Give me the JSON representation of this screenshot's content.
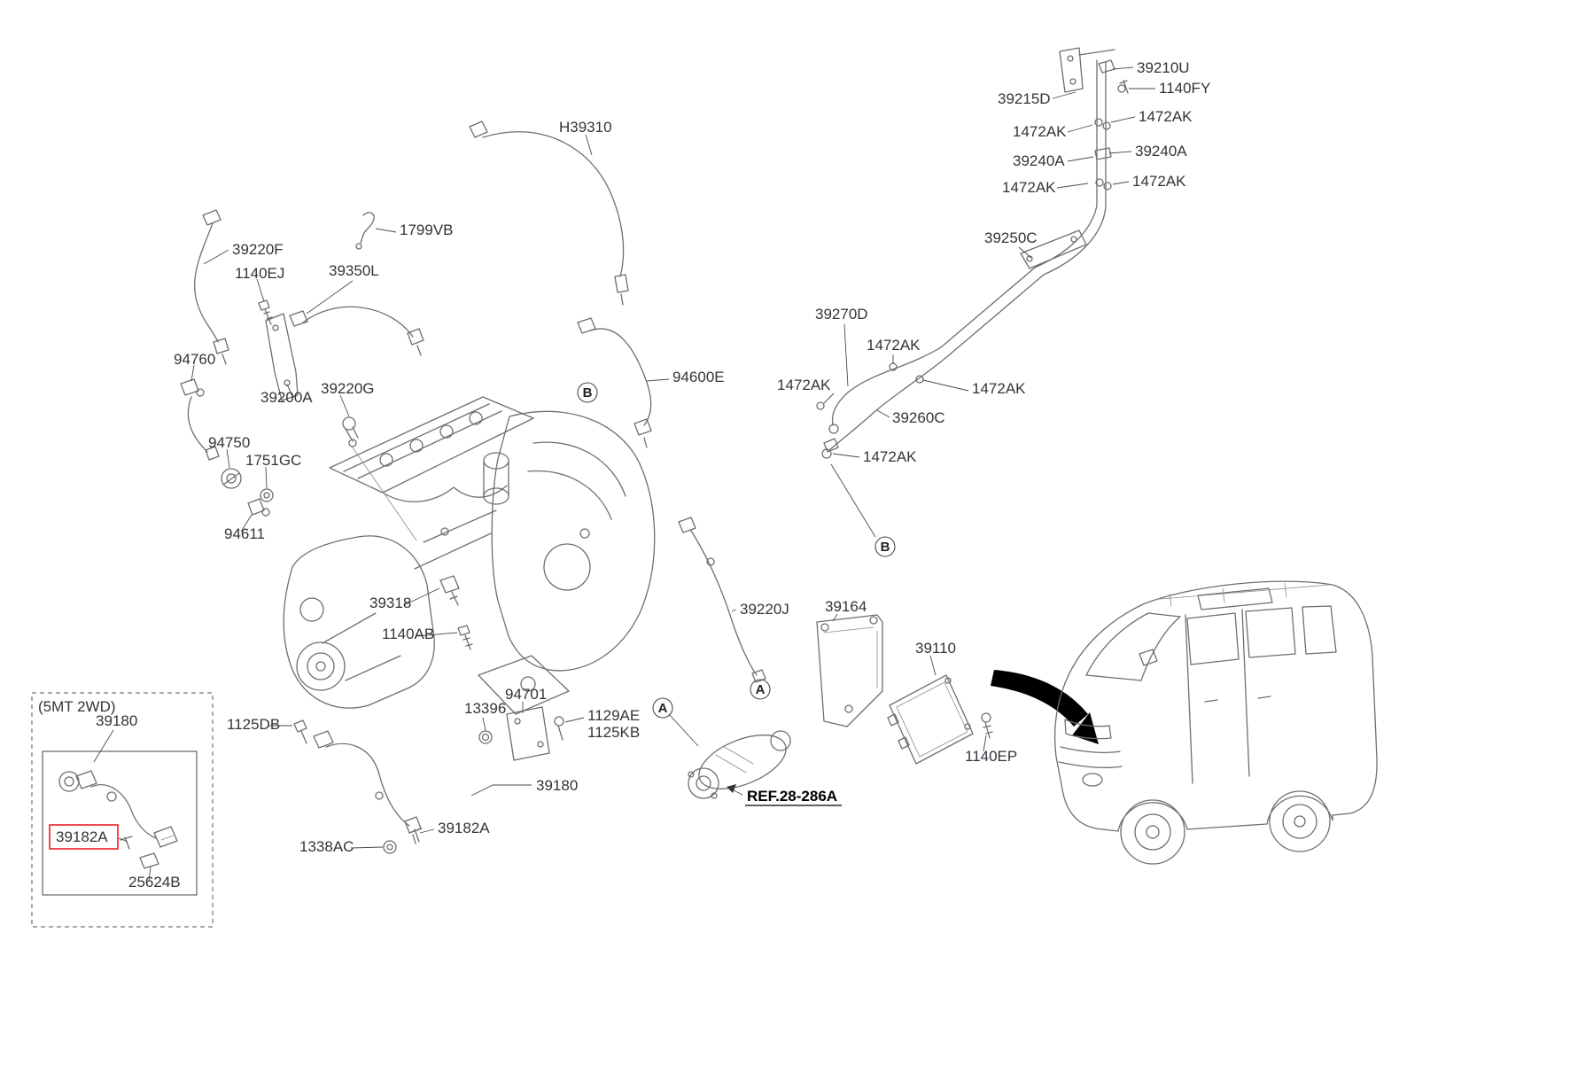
{
  "colors": {
    "label": "#33333b",
    "line_gray": "#6e6e6e",
    "leader": "#4a4a4a",
    "highlight_red": "#ec1c24",
    "arrow_black": "#000000"
  },
  "callouts": [
    {
      "part": "H39310"
    },
    {
      "part": "39210U"
    },
    {
      "part": "1140FY"
    },
    {
      "part": "39215D"
    },
    {
      "part": "1472AK"
    },
    {
      "part": "1472AK"
    },
    {
      "part": "39240A"
    },
    {
      "part": "39240A"
    },
    {
      "part": "1472AK"
    },
    {
      "part": "1472AK"
    },
    {
      "part": "39250C"
    },
    {
      "part": "39270D"
    },
    {
      "part": "1472AK"
    },
    {
      "part": "1472AK"
    },
    {
      "part": "1472AK"
    },
    {
      "part": "39260C"
    },
    {
      "part": "1472AK"
    },
    {
      "part": "39220F"
    },
    {
      "part": "1140EJ"
    },
    {
      "part": "39350L"
    },
    {
      "part": "1799VB"
    },
    {
      "part": "94760"
    },
    {
      "part": "39200A"
    },
    {
      "part": "39220G"
    },
    {
      "part": "94750"
    },
    {
      "part": "1751GC"
    },
    {
      "part": "94611"
    },
    {
      "part": "39318"
    },
    {
      "part": "1140AB"
    },
    {
      "part": "94600E"
    },
    {
      "part": "39220J"
    },
    {
      "part": "39164"
    },
    {
      "part": "39110"
    },
    {
      "part": "94701"
    },
    {
      "part": "13396"
    },
    {
      "part": "1129AE"
    },
    {
      "part": "1125KB"
    },
    {
      "part": "1125DB"
    },
    {
      "part": "39180"
    },
    {
      "part": "39182A"
    },
    {
      "part": "1338AC"
    },
    {
      "part": "1140EP"
    }
  ],
  "reference": {
    "label": "REF.28-286A"
  },
  "view_markers": {
    "a": "A",
    "b": "B"
  },
  "inset": {
    "caption": "(5MT 2WD)",
    "parts": [
      {
        "part": "39180",
        "highlighted": false
      },
      {
        "part": "39182A",
        "highlighted": true
      },
      {
        "part": "25624B",
        "highlighted": false
      }
    ]
  }
}
